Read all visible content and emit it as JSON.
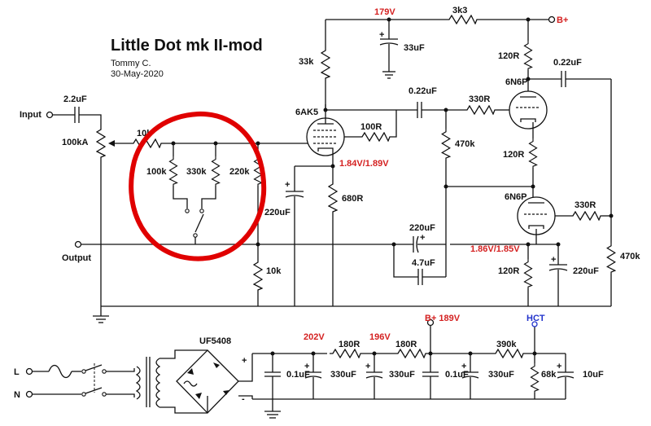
{
  "title": "Little Dot mk II-mod",
  "author": "Tommy C.",
  "date": "30-May-2020",
  "colors": {
    "voltage_note": "#d42020",
    "hct_note": "#2233cc",
    "highlight_circle": "#e00000",
    "wire": "#111111"
  },
  "io": {
    "input": "Input",
    "output": "Output",
    "line": "L",
    "neutral": "N"
  },
  "tubes": {
    "v1": "6AK5",
    "v2": "6N6P",
    "v3": "6N6P"
  },
  "resistors": {
    "r_in_series": "10k",
    "pot": "100kA",
    "sel_a": "100k",
    "sel_b": "330k",
    "sel_c": "220k",
    "grid_6ak5": "100R",
    "plate_6ak5": "33k",
    "cathode_6ak5": "680R",
    "out_to_gnd": "10k",
    "dropper": "3k3",
    "plate_upper": "120R",
    "grid_upper": "330R",
    "grid_leak": "470k",
    "mid_120r": "120R",
    "grid_lower": "330R",
    "lower_cath": "120R",
    "out_bias": "470k",
    "ps_180a": "180R",
    "ps_180b": "180R",
    "ps_390k": "390k",
    "ps_68k": "68k"
  },
  "capacitors": {
    "c_in": "2.2uF",
    "c_b_plus": "33uF",
    "c_couple": "0.22uF",
    "c_fb": "0.22uF",
    "c_cath": "220uF",
    "c_out_a": "220uF",
    "c_out_b": "4.7uF",
    "c_lower": "220uF",
    "ps_c1": "0.1uF",
    "ps_c2": "330uF",
    "ps_c3": "330uF",
    "ps_c4": "0.1uF",
    "ps_c5": "330uF",
    "ps_c6": "10uF"
  },
  "rectifier": "UF5408",
  "voltages": {
    "v179": "179V",
    "b_plus": "B+",
    "v_6ak5": "1.84V/1.89V",
    "v_lower": "1.86V/1.85V",
    "v202": "202V",
    "v196": "196V",
    "b_plus_ps": "B+ 189V",
    "hct": "HCT"
  },
  "bridge_plus": "+",
  "bridge_minus": "-"
}
